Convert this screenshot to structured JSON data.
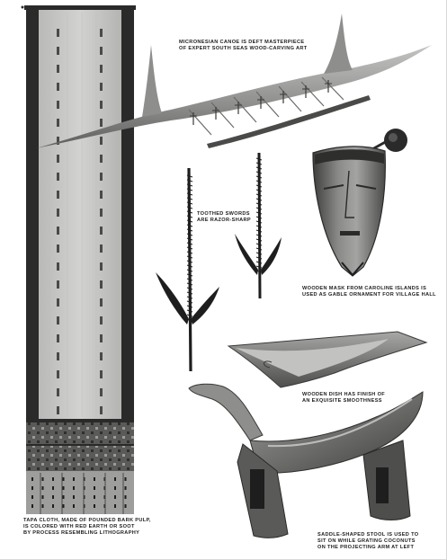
{
  "colors": {
    "ink": "#1d1d1d",
    "tapa_light": "#c9c9c7",
    "tapa_dark": "#2a2a2a",
    "wood_mid": "#7a7a78",
    "wood_light": "#b4b4b2",
    "wood_dark": "#3a3a38"
  },
  "captions": {
    "canoe": {
      "line1": "MICRONESIAN CANOE IS DEFT MASTERPIECE",
      "line2": "OF EXPERT SOUTH SEAS WOOD-CARVING ART"
    },
    "swords": {
      "line1": "TOOTHED SWORDS",
      "line2": "ARE RAZOR-SHARP"
    },
    "mask": {
      "line1": "WOODEN MASK FROM CAROLINE ISLANDS IS",
      "line2": "USED AS GABLE ORNAMENT FOR VILLAGE HALL"
    },
    "dish": {
      "line1": "WOODEN DISH HAS FINISH OF",
      "line2": "AN EXQUISITE SMOOTHNESS"
    },
    "stool": {
      "line1": "SADDLE-SHAPED STOOL IS USED TO",
      "line2": "SIT ON WHILE GRATING COCONUTS",
      "line3": "ON THE PROJECTING ARM AT LEFT"
    },
    "tapa": {
      "line1": "TAPA CLOTH, MADE OF POUNDED BARK PULP,",
      "line2": "IS COLORED WITH RED EARTH OR SOOT",
      "line3": "BY PROCESS RESEMBLING LITHOGRAPHY"
    }
  },
  "figures": [
    {
      "name": "tapa-cloth-image"
    },
    {
      "name": "canoe-model-image"
    },
    {
      "name": "toothed-sword-left-image"
    },
    {
      "name": "toothed-sword-right-image"
    },
    {
      "name": "wooden-mask-image"
    },
    {
      "name": "wooden-dish-image"
    },
    {
      "name": "saddle-stool-image"
    }
  ]
}
